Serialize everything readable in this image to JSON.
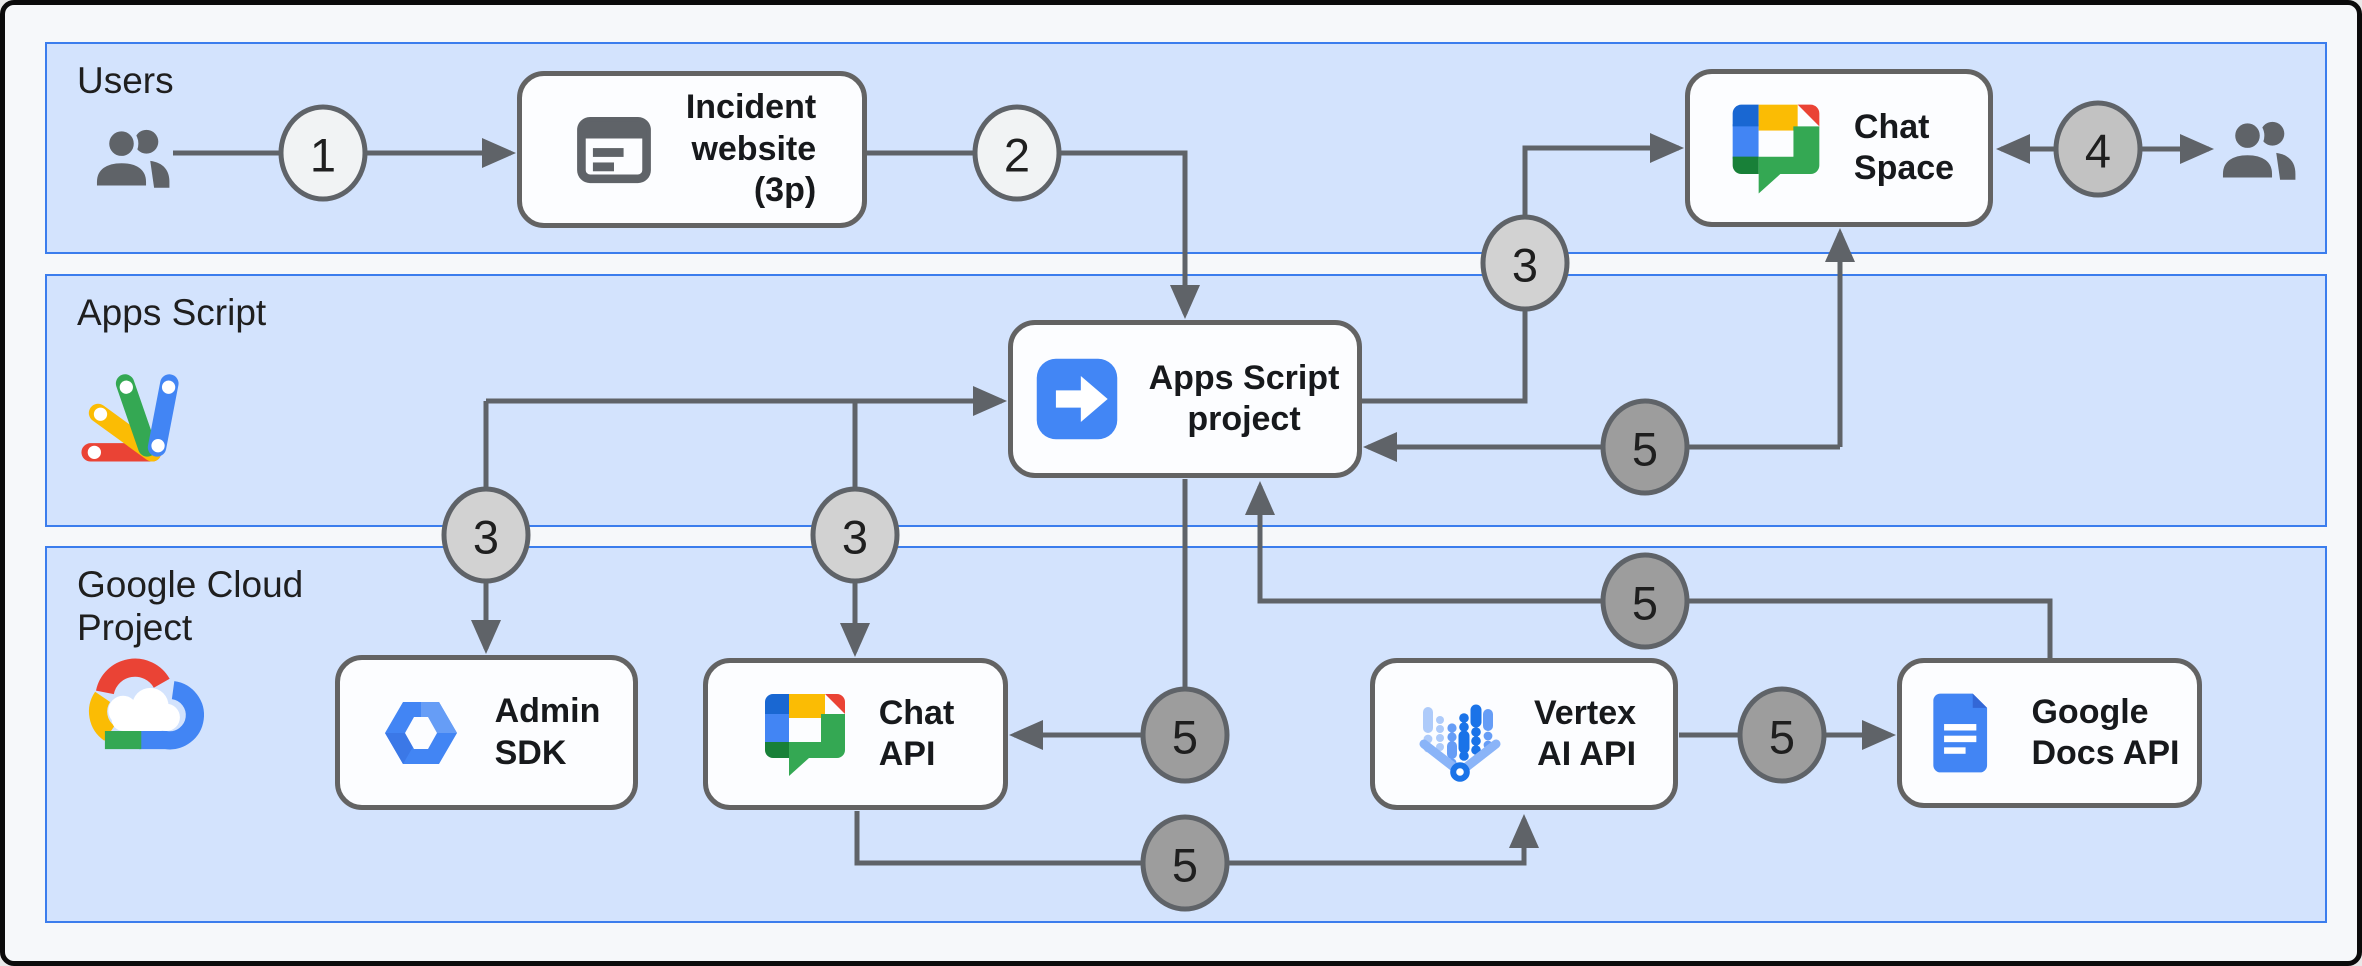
{
  "bands": [
    {
      "id": "band-users",
      "label": "Users"
    },
    {
      "id": "band-apps-script",
      "label": "Apps Script"
    },
    {
      "id": "band-gcp",
      "label": "Google Cloud\nProject"
    }
  ],
  "nodes": [
    {
      "id": "incident-website",
      "label": "Incident\nwebsite\n(3p)",
      "icon": "article-icon"
    },
    {
      "id": "chat-space",
      "label": "Chat\nSpace",
      "icon": "google-chat-icon"
    },
    {
      "id": "apps-script-project",
      "label": "Apps Script\nproject",
      "icon": "apps-script-project-icon"
    },
    {
      "id": "admin-sdk",
      "label": "Admin\nSDK",
      "icon": "admin-sdk-icon"
    },
    {
      "id": "chat-api",
      "label": "Chat\nAPI",
      "icon": "google-chat-icon"
    },
    {
      "id": "vertex-ai-api",
      "label": "Vertex\nAI API",
      "icon": "vertex-ai-icon"
    },
    {
      "id": "google-docs-api",
      "label": "Google\nDocs API",
      "icon": "google-docs-icon"
    }
  ],
  "steps": [
    {
      "id": "step-1",
      "n": "1",
      "tone": "light"
    },
    {
      "id": "step-2",
      "n": "2",
      "tone": "light"
    },
    {
      "id": "step-3-admin-sdk",
      "n": "3",
      "tone": "mid_light"
    },
    {
      "id": "step-3-chat-api",
      "n": "3",
      "tone": "mid_light"
    },
    {
      "id": "step-3-chat-space",
      "n": "3",
      "tone": "mid_light"
    },
    {
      "id": "step-4",
      "n": "4",
      "tone": "mid"
    },
    {
      "id": "step-5-to-chat-api",
      "n": "5",
      "tone": "dark"
    },
    {
      "id": "step-5-to-vertex",
      "n": "5",
      "tone": "dark"
    },
    {
      "id": "step-5-to-docs",
      "n": "5",
      "tone": "dark"
    },
    {
      "id": "step-5-to-project",
      "n": "5",
      "tone": "dark"
    },
    {
      "id": "step-5-space-to-project",
      "n": "5",
      "tone": "dark"
    }
  ],
  "colors": {
    "band_fill": "#d3e3fd",
    "band_border": "#3b7ded",
    "page_bg": "#f6f8fa",
    "frame": "#0b0b0b",
    "node_fill": "#fcfdff",
    "node_border": "#636363",
    "arrow": "#5f6368",
    "step_light": "#f1f3f4",
    "step_mid_light": "#d2d2d2",
    "step_mid": "#c2c2c2",
    "step_dark": "#9d9d9d",
    "step_border": "#5f6368",
    "google_blue": "#4285f4",
    "google_red": "#ea4335",
    "google_yellow": "#fbbc04",
    "google_green": "#34a853"
  }
}
